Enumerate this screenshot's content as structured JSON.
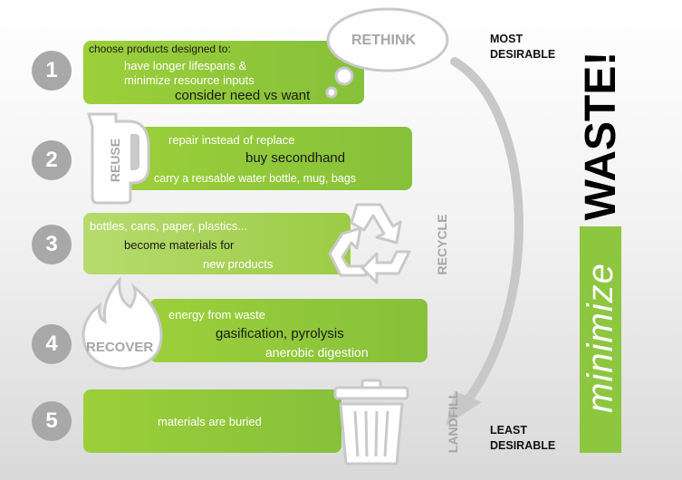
{
  "steps": [
    {
      "number": "1",
      "lines": [
        "choose products designed to:",
        "have longer lifespans &",
        "minimize resource inputs",
        "consider need vs want"
      ],
      "badge": "RETHINK"
    },
    {
      "number": "2",
      "lines": [
        "repair instead of replace",
        "buy secondhand",
        "carry a reusable water bottle, mug, bags"
      ],
      "badge": "REUSE"
    },
    {
      "number": "3",
      "lines": [
        "bottles, cans, paper, plastics...",
        "become materials for",
        "new products"
      ],
      "badge": "RECYCLE"
    },
    {
      "number": "4",
      "lines": [
        "energy from waste",
        "gasification, pyrolysis",
        "anerobic digestion"
      ],
      "badge": "RECOVER"
    },
    {
      "number": "5",
      "lines": [
        "materials are buried"
      ],
      "badge": "LANDFILL"
    }
  ],
  "scale": {
    "top": "MOST DESIRABLE",
    "top_lines": [
      "MOST",
      "DESIRABLE"
    ],
    "bottom_lines": [
      "LEAST",
      "DESIRABLE"
    ]
  },
  "title": {
    "word1": "minimize",
    "word2": "WASTE!"
  },
  "icons": [
    "thought-bubble-icon",
    "mug-icon",
    "recycle-icon",
    "flame-icon",
    "trash-can-icon",
    "curved-arrow-icon"
  ],
  "colors": {
    "green": "#8dc63f",
    "light_green": "#b7db6e",
    "grey": "#a8a8a8",
    "black": "#000000"
  }
}
